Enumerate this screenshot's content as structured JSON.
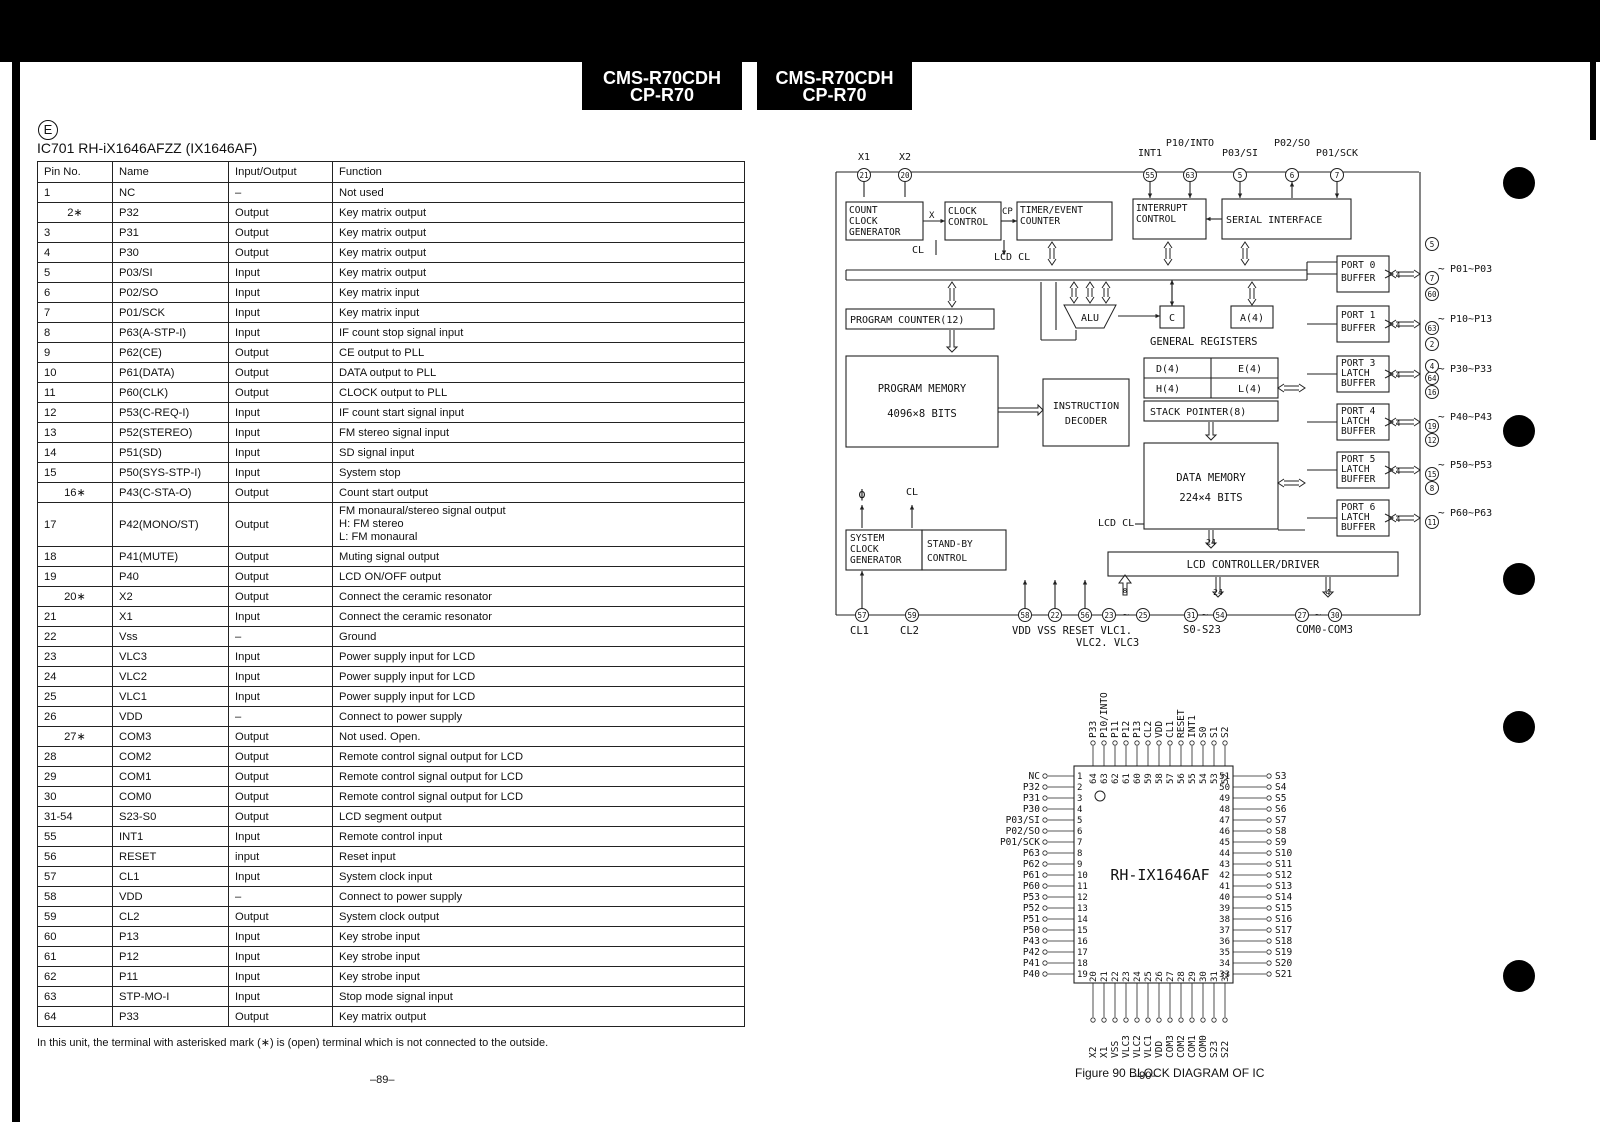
{
  "header": {
    "models": [
      {
        "line1": "CMS-R70CDH",
        "line2": "CP-R70"
      },
      {
        "line1": "CMS-R70CDH",
        "line2": "CP-R70"
      }
    ]
  },
  "section": {
    "marker": "E",
    "ic_title": "IC701 RH-iX1646AFZZ (IX1646AF)"
  },
  "pin_table": {
    "headers": [
      "Pin No.",
      "Name",
      "Input/Output",
      "Function"
    ],
    "rows": [
      [
        "1",
        "NC",
        "–",
        "Not used"
      ],
      [
        "2∗",
        "P32",
        "Output",
        "Key matrix output"
      ],
      [
        "3",
        "P31",
        "Output",
        "Key matrix output"
      ],
      [
        "4",
        "P30",
        "Output",
        "Key matrix output"
      ],
      [
        "5",
        "P03/SI",
        "Input",
        "Key matrix output"
      ],
      [
        "6",
        "P02/SO",
        "Input",
        "Key matrix input"
      ],
      [
        "7",
        "P01/SCK",
        "Input",
        "Key matrix input"
      ],
      [
        "8",
        "P63(A-STP-I)",
        "Input",
        "IF count stop signal input"
      ],
      [
        "9",
        "P62(CE)",
        "Output",
        "CE output to PLL"
      ],
      [
        "10",
        "P61(DATA)",
        "Output",
        "DATA output to PLL"
      ],
      [
        "11",
        "P60(CLK)",
        "Output",
        "CLOCK output to PLL"
      ],
      [
        "12",
        "P53(C-REQ-I)",
        "Input",
        "IF count start signal input"
      ],
      [
        "13",
        "P52(STEREO)",
        "Input",
        "FM stereo signal input"
      ],
      [
        "14",
        "P51(SD)",
        "Input",
        "SD signal input"
      ],
      [
        "15",
        "P50(SYS-STP-I)",
        "Input",
        "System stop"
      ],
      [
        "16∗",
        "P43(C-STA-O)",
        "Output",
        "Count start output"
      ],
      [
        "17",
        "P42(MONO/ST)",
        "Output",
        "FM monaural/stereo signal output\nH: FM stereo\nL: FM monaural"
      ],
      [
        "18",
        "P41(MUTE)",
        "Output",
        "Muting signal output"
      ],
      [
        "19",
        "P40",
        "Output",
        "LCD ON/OFF output"
      ],
      [
        "20∗",
        "X2",
        "Output",
        "Connect the ceramic resonator"
      ],
      [
        "21",
        "X1",
        "Input",
        "Connect the ceramic resonator"
      ],
      [
        "22",
        "Vss",
        "–",
        "Ground"
      ],
      [
        "23",
        "VLC3",
        "Input",
        "Power supply input for LCD"
      ],
      [
        "24",
        "VLC2",
        "Input",
        "Power supply input for LCD"
      ],
      [
        "25",
        "VLC1",
        "Input",
        "Power supply input for LCD"
      ],
      [
        "26",
        "VDD",
        "–",
        "Connect to power supply"
      ],
      [
        "27∗",
        "COM3",
        "Output",
        "Not used. Open."
      ],
      [
        "28",
        "COM2",
        "Output",
        "Remote control signal output for LCD"
      ],
      [
        "29",
        "COM1",
        "Output",
        "Remote control signal output for LCD"
      ],
      [
        "30",
        "COM0",
        "Output",
        "Remote control signal output for LCD"
      ],
      [
        "31-54",
        "S23-S0",
        "Output",
        "LCD segment output"
      ],
      [
        "55",
        "INT1",
        "Input",
        "Remote control input"
      ],
      [
        "56",
        "RESET",
        "input",
        "Reset input"
      ],
      [
        "57",
        "CL1",
        "Input",
        "System clock input"
      ],
      [
        "58",
        "VDD",
        "–",
        "Connect to power supply"
      ],
      [
        "59",
        "CL2",
        "Output",
        "System clock output"
      ],
      [
        "60",
        "P13",
        "Input",
        "Key strobe input"
      ],
      [
        "61",
        "P12",
        "Input",
        "Key strobe input"
      ],
      [
        "62",
        "P11",
        "Input",
        "Key strobe input"
      ],
      [
        "63",
        "STP-MO-I",
        "Input",
        "Stop mode signal input"
      ],
      [
        "64",
        "P33",
        "Output",
        "Key matrix output"
      ]
    ]
  },
  "footnote": "In this unit, the terminal with asterisked mark (∗) is (open) terminal which is not connected to the outside.",
  "page_left": "–89–",
  "page_right": "–90–",
  "block_diagram": {
    "top_pins": [
      {
        "label": "X1",
        "pin": "21"
      },
      {
        "label": "X2",
        "pin": "20"
      },
      {
        "label": "INT1",
        "pin": "55"
      },
      {
        "label": "P10/INTO",
        "pin": "63"
      },
      {
        "label": "P03/SI",
        "pin": "5"
      },
      {
        "label": "P02/SO",
        "pin": "6"
      },
      {
        "label": "P01/SCK",
        "pin": "7"
      }
    ],
    "blocks": {
      "count_clock": [
        "COUNT",
        "CLOCK",
        "GENERATOR"
      ],
      "clock_control": [
        "CLOCK",
        "CONTROL"
      ],
      "timer": [
        "TIMER/EVENT",
        "COUNTER"
      ],
      "interrupt": [
        "INTERRUPT",
        "CONTROL"
      ],
      "serial": "SERIAL INTERFACE",
      "program_counter": "PROGRAM COUNTER(12)",
      "alu": "ALU",
      "c_reg": "C",
      "a_reg": "A(4)",
      "general_registers": "GENERAL REGISTERS",
      "reg_d": "D(4)",
      "reg_e": "E(4)",
      "reg_h": "H(4)",
      "reg_l": "L(4)",
      "stack_pointer": "STACK POINTER(8)",
      "program_memory": [
        "PROGRAM MEMORY",
        "4096×8 BITS"
      ],
      "instruction_decoder": [
        "INSTRUCTION",
        "DECODER"
      ],
      "data_memory": [
        "DATA MEMORY",
        "224×4 BITS"
      ],
      "system_clock": [
        "SYSTEM",
        "CLOCK",
        "GENERATOR"
      ],
      "standby": [
        "STAND-BY",
        "CONTROL"
      ],
      "lcd_controller": "LCD CONTROLLER/DRIVER"
    },
    "small_labels": {
      "x": "X",
      "cp": "CP",
      "cl": "CL",
      "lcd_cl": "LCD CL",
      "phi": "ϕ",
      "bus_24": "24",
      "bus_4": "4",
      "bus_8": "8"
    },
    "ports": [
      {
        "name": [
          "PORT 0",
          "BUFFER"
        ],
        "pins_top": "5",
        "pins_bottom": "7",
        "label": "P01~P03"
      },
      {
        "name": [
          "PORT 1",
          "BUFFER"
        ],
        "pins_top": "60",
        "pins_bottom": "63",
        "label": "P10~P13"
      },
      {
        "name": [
          "PORT 3",
          "LATCH",
          "BUFFER"
        ],
        "pins_top": "2",
        "pins_bottom": "64",
        "pin_mid": "4",
        "label": "P30~P33"
      },
      {
        "name": [
          "PORT 4",
          "LATCH",
          "BUFFER"
        ],
        "pins_top": "16",
        "pins_bottom": "19",
        "label": "P40~P43"
      },
      {
        "name": [
          "PORT 5",
          "LATCH",
          "BUFFER"
        ],
        "pins_top": "12",
        "pins_bottom": "15",
        "label": "P50~P53"
      },
      {
        "name": [
          "PORT 6",
          "LATCH",
          "BUFFER"
        ],
        "pins_top": "8",
        "pins_bottom": "11",
        "label": "P60~P63"
      }
    ],
    "bottom_pins": [
      "57",
      "59",
      "58",
      "22",
      "56",
      "23",
      "25",
      "31",
      "54",
      "27",
      "30"
    ],
    "bottom_labels": {
      "cl1": "CL1",
      "cl2": "CL2",
      "power": "VDD VSS RESET VLC1.",
      "vlc": "VLC2. VLC3",
      "seg": "S0-S23",
      "com": "COM0-COM3"
    }
  },
  "package": {
    "chip_label": "RH-IX1646AF",
    "left": [
      "NC",
      "P32",
      "P31",
      "P30",
      "P03/SI",
      "P02/SO",
      "P01/SCK",
      "P63",
      "P62",
      "P61",
      "P60",
      "P53",
      "P52",
      "P51",
      "P50",
      "P43",
      "P42",
      "P41",
      "P40"
    ],
    "right": [
      "S3",
      "S4",
      "S5",
      "S6",
      "S7",
      "S8",
      "S9",
      "S10",
      "S11",
      "S12",
      "S13",
      "S14",
      "S15",
      "S16",
      "S17",
      "S18",
      "S19",
      "S20",
      "S21"
    ],
    "top": [
      "P33",
      "P10/INTO",
      "P11",
      "P12",
      "P13",
      "CL2",
      "VDD",
      "CL1",
      "RESET",
      "INT1",
      "S0",
      "S1",
      "S2"
    ],
    "bottom": [
      "X2",
      "X1",
      "VSS",
      "VLC3",
      "VLC2",
      "VLC1",
      "VDD",
      "COM3",
      "COM2",
      "COM1",
      "COM0",
      "S23",
      "S22"
    ],
    "left_nums": [
      "1",
      "2",
      "3",
      "4",
      "5",
      "6",
      "7",
      "8",
      "9",
      "10",
      "11",
      "12",
      "13",
      "14",
      "15",
      "16",
      "17",
      "18",
      "19"
    ],
    "right_nums": [
      "51",
      "50",
      "49",
      "48",
      "47",
      "46",
      "45",
      "44",
      "43",
      "42",
      "41",
      "40",
      "39",
      "38",
      "37",
      "36",
      "35",
      "34",
      "33"
    ],
    "top_nums": [
      "64",
      "63",
      "62",
      "61",
      "60",
      "59",
      "58",
      "57",
      "56",
      "55",
      "54",
      "53",
      "52"
    ],
    "bottom_nums": [
      "20",
      "21",
      "22",
      "23",
      "24",
      "25",
      "26",
      "27",
      "28",
      "29",
      "30",
      "31",
      "32"
    ]
  },
  "figure_caption": "Figure 90 BLOCK DIAGRAM OF IC"
}
